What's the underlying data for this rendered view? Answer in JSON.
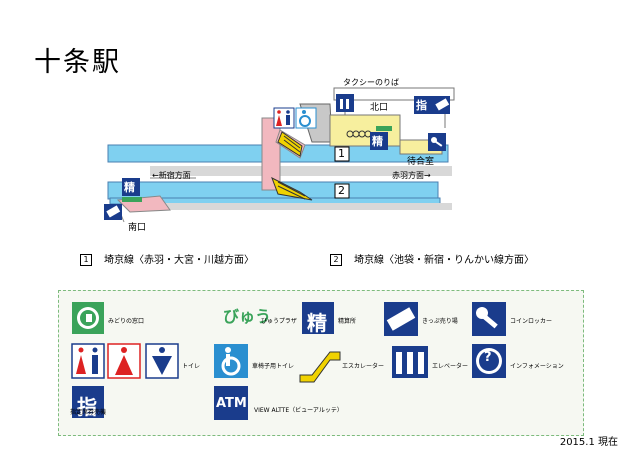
{
  "title": "十条駅",
  "date": "2015.1 現在",
  "map": {
    "taxi": "タクシーのりば",
    "north_exit": "北口",
    "south_exit": "南口",
    "waiting_room": "待合室",
    "platform1": "1",
    "platform2": "2",
    "to_shinjuku": "←新宿方面",
    "to_akabane": "赤羽方面→"
  },
  "lines": [
    {
      "num": "1",
      "text": "埼京線〈赤羽・大宮・川越方面〉"
    },
    {
      "num": "2",
      "text": "埼京線〈池袋・新宿・りんかい線方面〉"
    }
  ],
  "legend": {
    "midori": "みどりの窓口",
    "view_plaza_logo": "びゅう",
    "view_plaza": "びゅうプラザ",
    "seisan": "精算所",
    "seisan_glyph": "精",
    "kippu": "きっぷ売り場",
    "locker": "コインロッカー",
    "toilet": "トイレ",
    "wheelchair_toilet": "車椅子用トイレ",
    "escalator": "エスカレーター",
    "elevator": "エレベーター",
    "info": "インフォメーション",
    "shitei": "指定席券売機",
    "shitei_glyph": "指",
    "atm_text": "ATM",
    "atm": "VIEW ALTTE（ビューアルッテ）"
  },
  "colors": {
    "navy": "#1a3c8c",
    "platform": "#7fd0f0",
    "concourse": "#f7ef9e",
    "stairs": "#f2b8bf",
    "escalator": "#f0d200",
    "green": "#3aa35a",
    "legend_border": "#7dbb7d"
  }
}
